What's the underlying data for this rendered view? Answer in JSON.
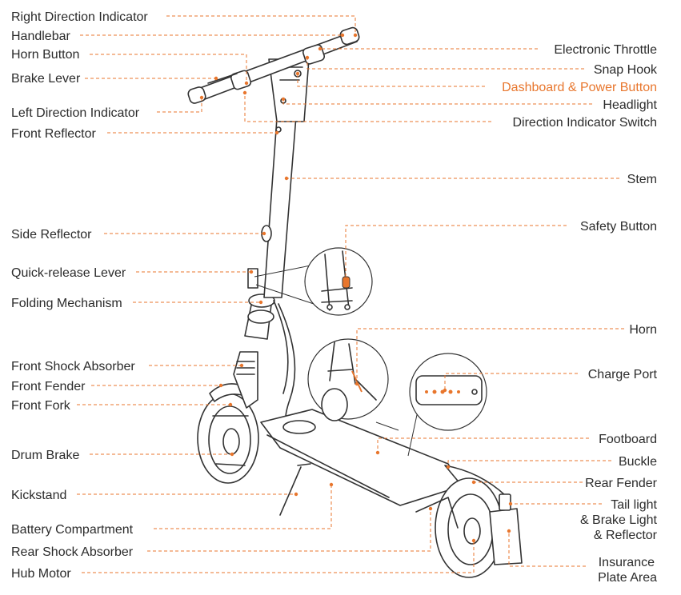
{
  "accent_color": "#e8762d",
  "line_color": "#333333",
  "labels": {
    "right_direction_indicator": "Right Direction Indicator",
    "handlebar": "Handlebar",
    "horn_button": "Horn Button",
    "brake_lever": "Brake Lever",
    "left_direction_indicator": "Left Direction Indicator",
    "front_reflector": "Front Reflector",
    "side_reflector": "Side Reflector",
    "quick_release_lever": "Quick-release Lever",
    "folding_mechanism": "Folding Mechanism",
    "front_shock_absorber": "Front Shock Absorber",
    "front_fender": "Front Fender",
    "front_fork": "Front Fork",
    "drum_brake": "Drum Brake",
    "kickstand": "Kickstand",
    "battery_compartment": "Battery Compartment",
    "rear_shock_absorber": "Rear Shock Absorber",
    "hub_motor": "Hub Motor",
    "electronic_throttle": "Electronic Throttle",
    "snap_hook": "Snap Hook",
    "dashboard_power_button": "Dashboard & Power Button",
    "headlight": "Headlight",
    "direction_indicator_switch": "Direction Indicator Switch",
    "stem": "Stem",
    "safety_button": "Safety Button",
    "horn": "Horn",
    "charge_port": "Charge Port",
    "footboard": "Footboard",
    "buckle": "Buckle",
    "rear_fender": "Rear Fender",
    "tail_light_line1": "Tail light",
    "tail_light_line2": "& Brake Light",
    "tail_light_line3": "& Reflector",
    "insurance_plate_line1": "Insurance",
    "insurance_plate_line2": "Plate Area"
  }
}
